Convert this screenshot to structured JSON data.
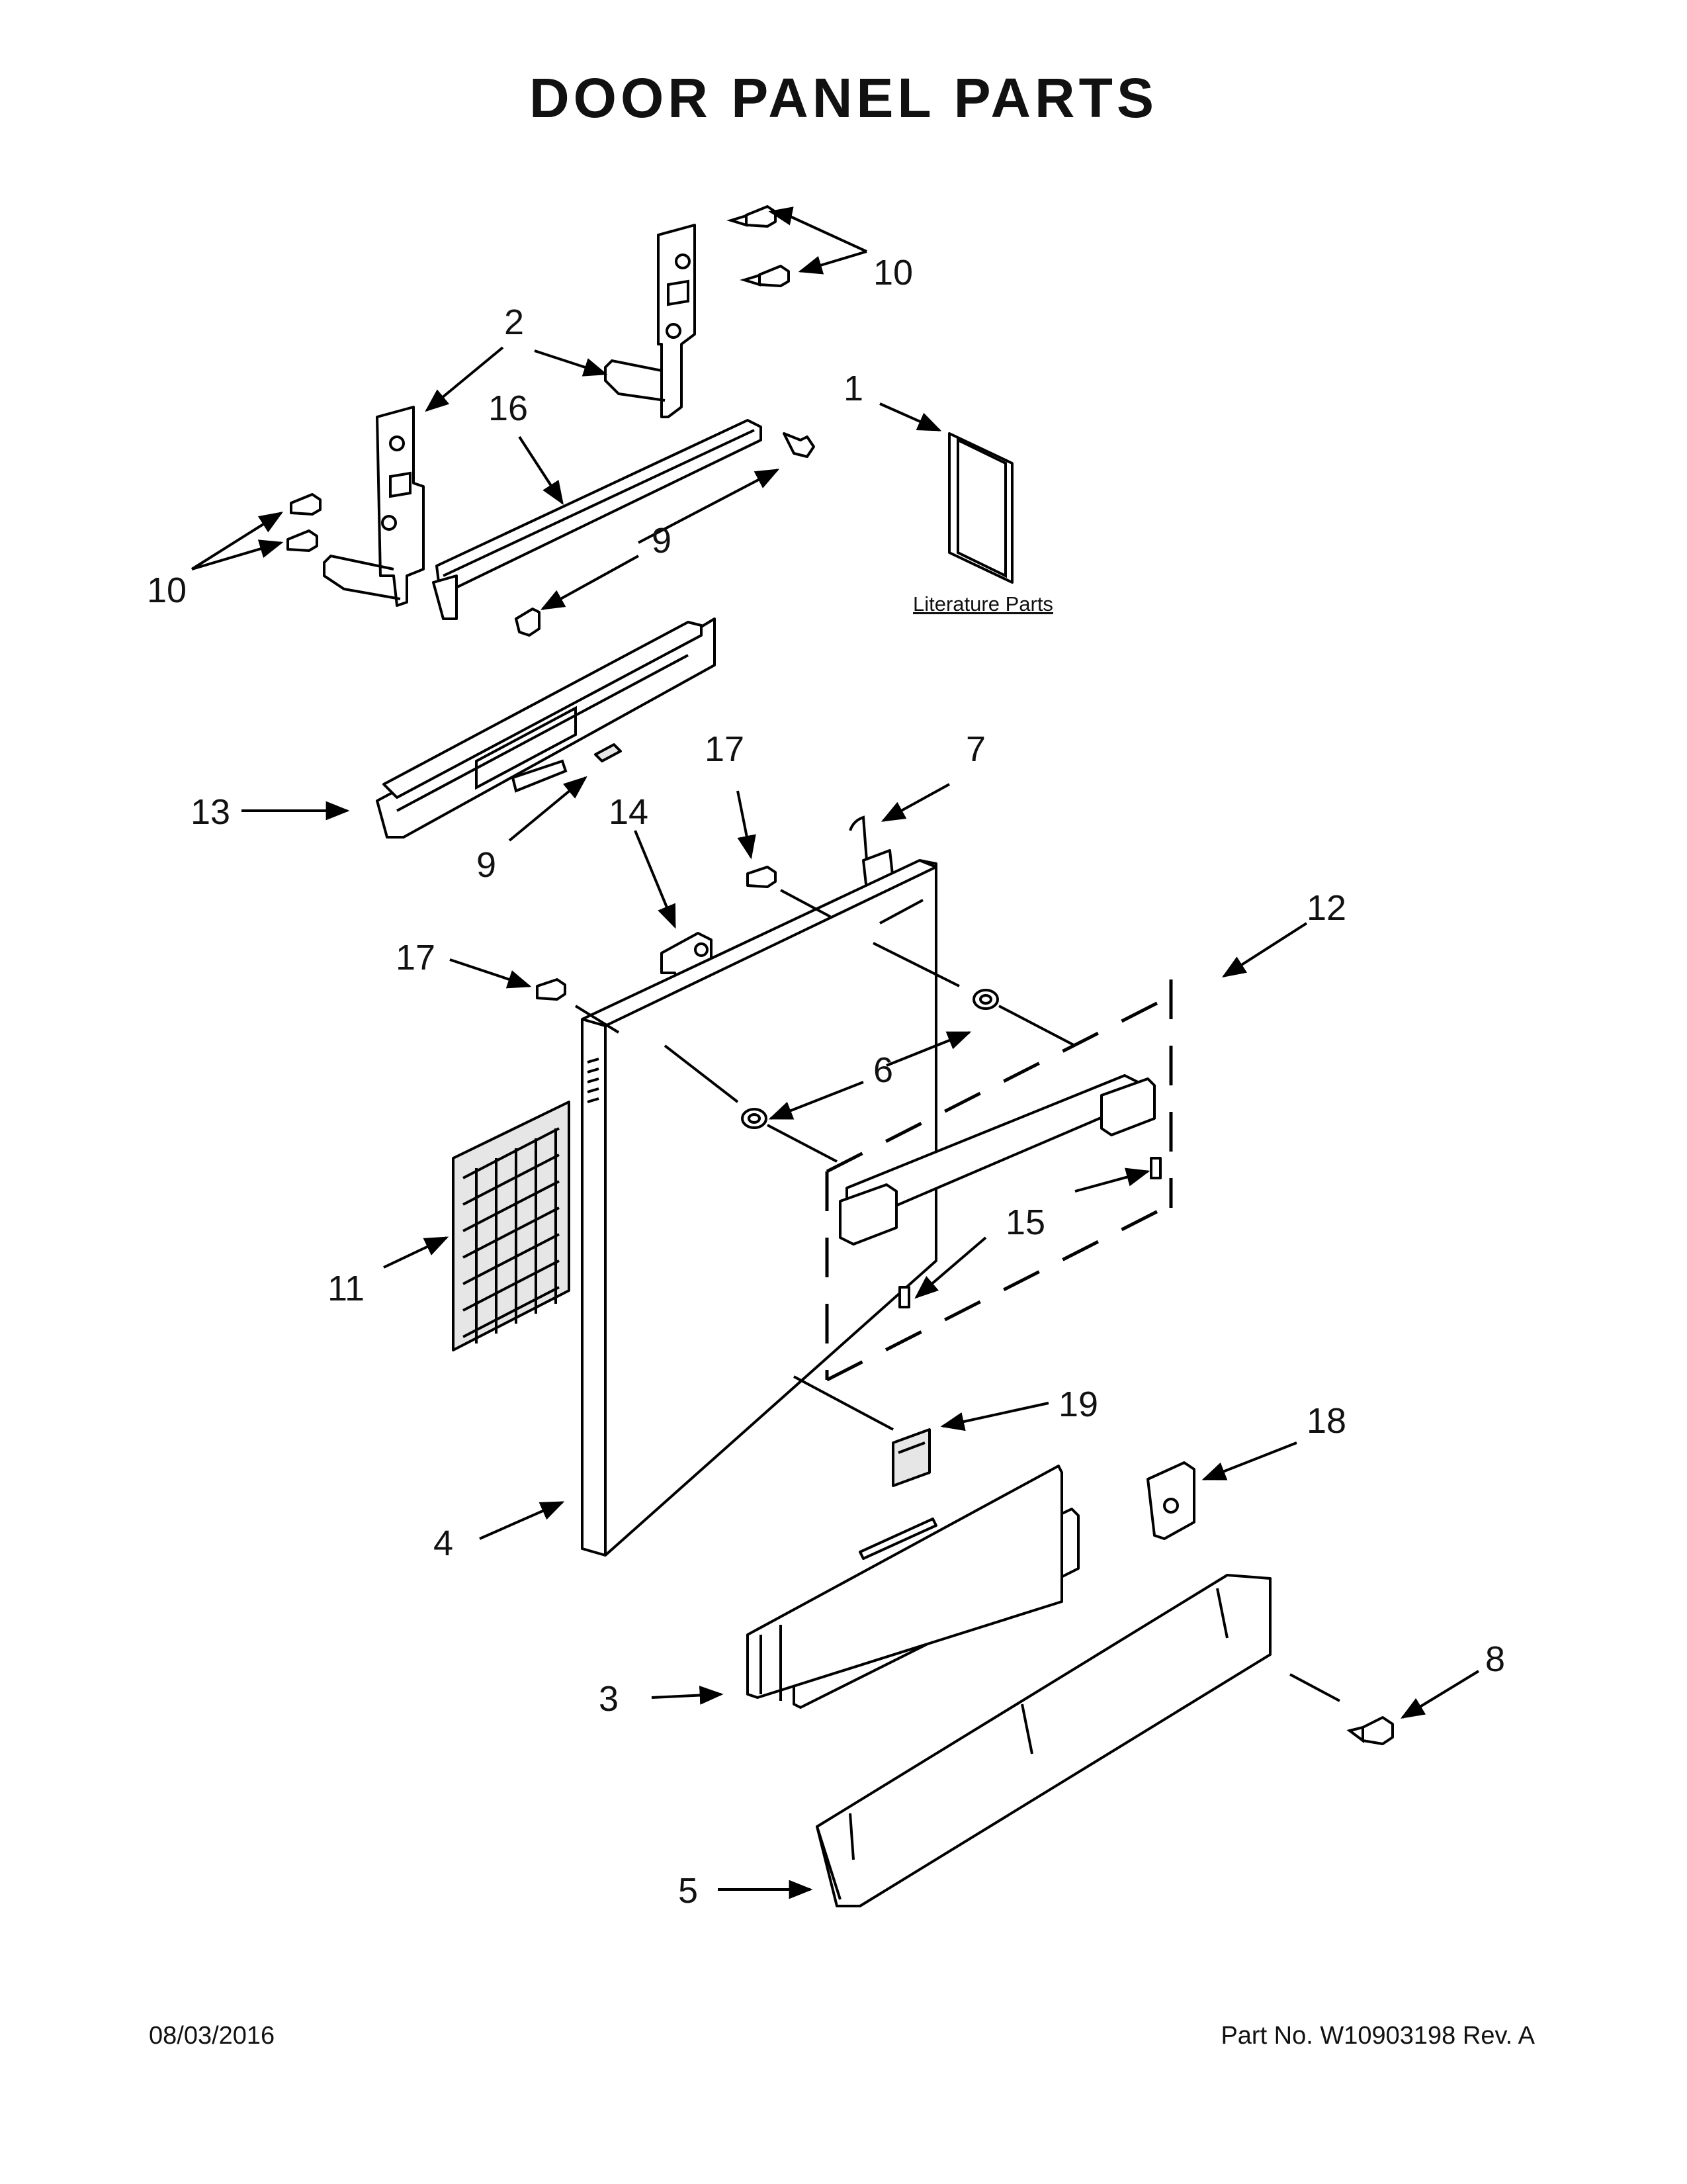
{
  "title": "DOOR PANEL PARTS",
  "footer": {
    "date": "08/03/2016",
    "part_no": "Part No.  W10903198  Rev.  A"
  },
  "literature_label": "Literature Parts",
  "callouts": {
    "c1": "1",
    "c2": "2",
    "c3": "3",
    "c4": "4",
    "c5": "5",
    "c6": "6",
    "c7": "7",
    "c8": "8",
    "c9a": "9",
    "c9b": "9",
    "c10a": "10",
    "c10b": "10",
    "c11": "11",
    "c12": "12",
    "c13": "13",
    "c14": "14",
    "c15": "15",
    "c16": "16",
    "c17a": "17",
    "c17b": "17",
    "c18": "18",
    "c19": "19"
  }
}
